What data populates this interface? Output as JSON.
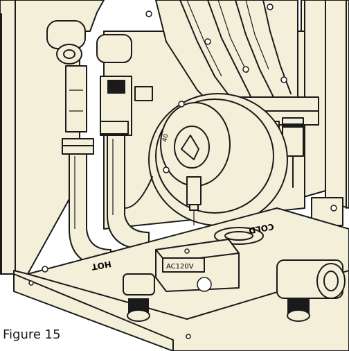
{
  "figure": {
    "caption": "Figure 15",
    "labels": {
      "voltage": "AC120V",
      "hot": "HOT",
      "cold": "COLD",
      "fan_number": "40"
    }
  },
  "colors": {
    "panel_fill": "#f3efd8",
    "line": "#1a1a1a",
    "background": "#ffffff"
  }
}
